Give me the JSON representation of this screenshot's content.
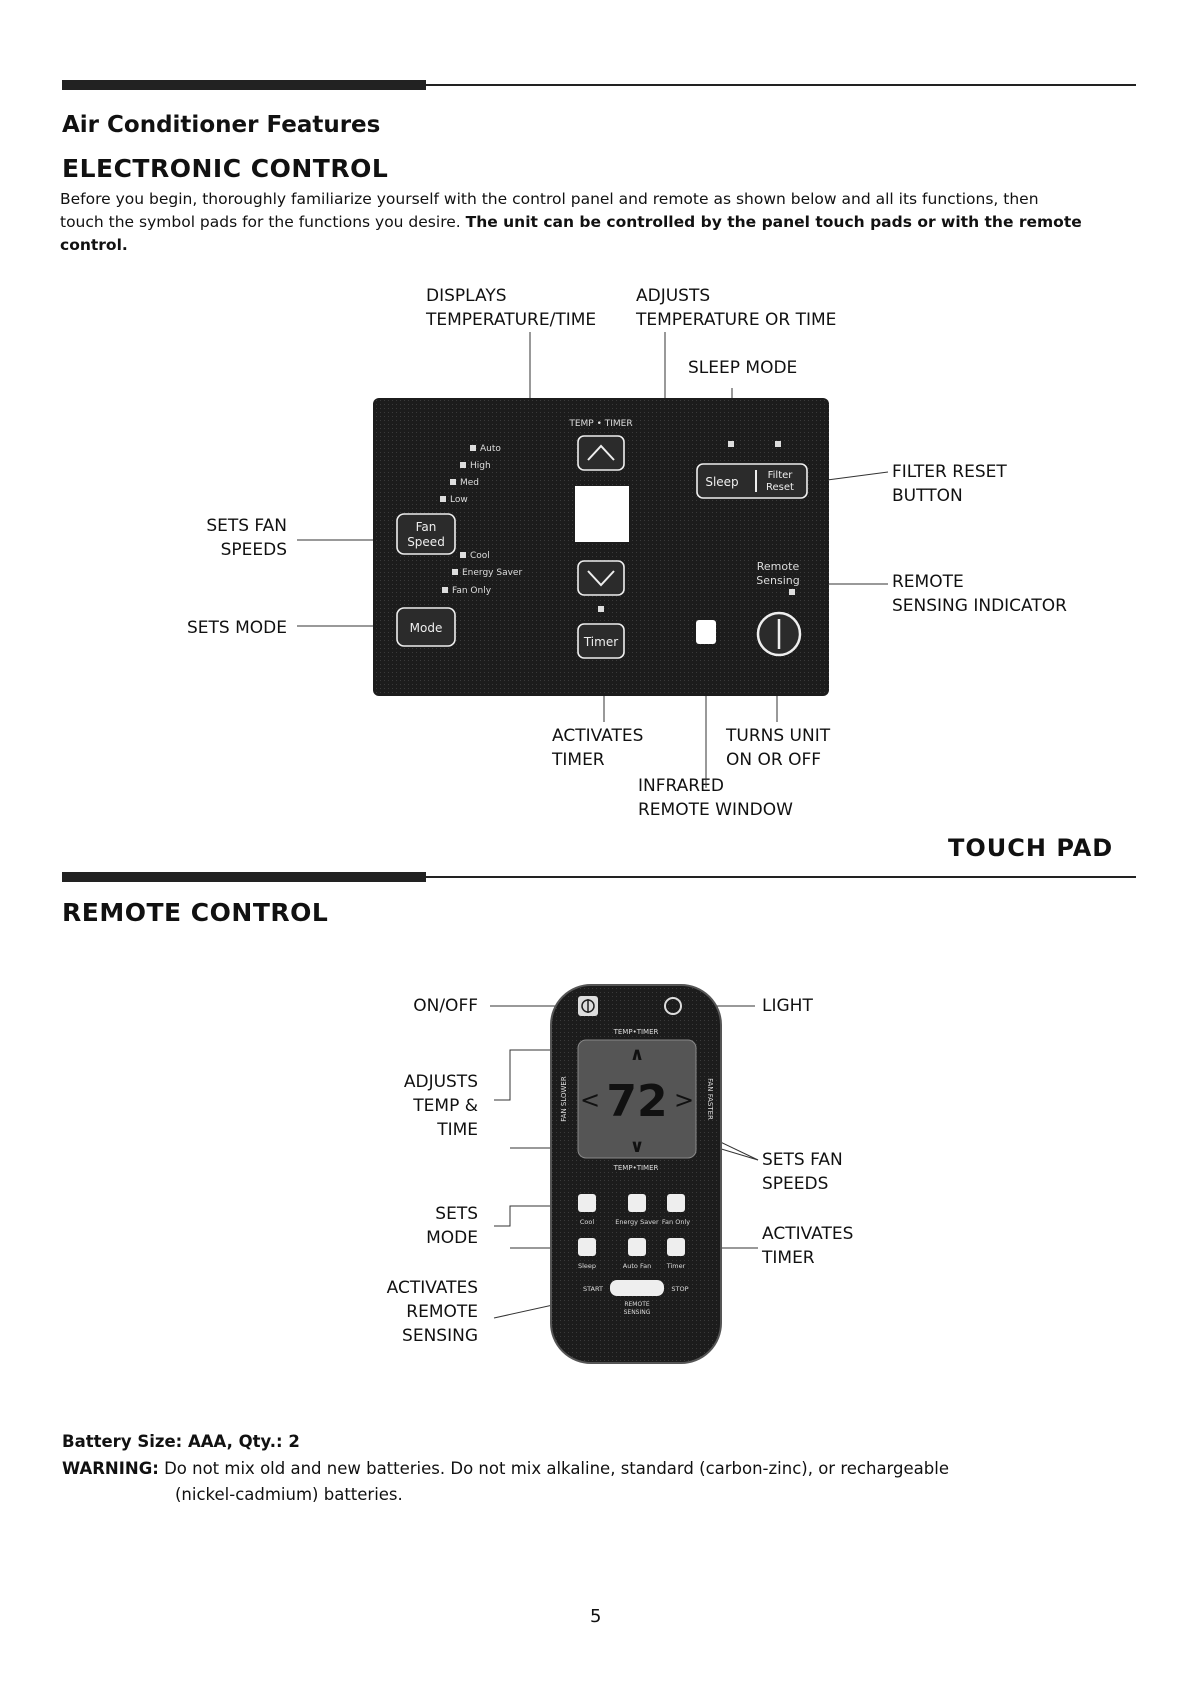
{
  "header": {
    "features_title": "Air Conditioner Features",
    "electronic_control_title": "ELECTRONIC CONTROL",
    "intro_line1": "Before you begin, thoroughly familiarize yourself with the control panel and remote as shown below and all its functions, then",
    "intro_line2_prefix": "touch the symbol pads for the functions you desire. ",
    "intro_line2_bold": "The unit can be controlled by the panel touch pads or with the remote control."
  },
  "touch_pad": {
    "callouts": {
      "displays": [
        "DISPLAYS",
        "TEMPERATURE/TIME"
      ],
      "adjusts": [
        "ADJUSTS",
        "TEMPERATURE OR TIME"
      ],
      "sleep_mode": "SLEEP MODE",
      "filter_reset": [
        "FILTER RESET",
        "BUTTON"
      ],
      "remote_sensing": [
        "REMOTE",
        "SENSING INDICATOR"
      ],
      "fan_speeds": [
        "SETS FAN",
        "SPEEDS"
      ],
      "sets_mode": "SETS MODE",
      "activates_timer": [
        "ACTIVATES",
        "TIMER"
      ],
      "turns_unit": [
        "TURNS UNIT",
        "ON OR OFF"
      ],
      "infrared": [
        "INFRARED",
        "REMOTE WINDOW"
      ]
    },
    "panel": {
      "fan_levels": [
        "Auto",
        "High",
        "Med",
        "Low"
      ],
      "modes": [
        "Cool",
        "Energy Saver",
        "Fan Only"
      ],
      "temp_timer_label": "TEMP • TIMER",
      "fan_button": [
        "Fan",
        "Speed"
      ],
      "mode_button": "Mode",
      "timer_button": "Timer",
      "sleep_button": "Sleep",
      "filter_button": [
        "Filter",
        "Reset"
      ],
      "remote_sensing_label": [
        "Remote",
        "Sensing"
      ]
    },
    "title": "TOUCH PAD"
  },
  "remote_control": {
    "title": "REMOTE CONTROL",
    "callouts": {
      "on_off": "ON/OFF",
      "light": "LIGHT",
      "adjusts": [
        "ADJUSTS",
        "TEMP &",
        "TIME"
      ],
      "fan_speeds": [
        "SETS FAN",
        "SPEEDS"
      ],
      "sets_mode": [
        "SETS",
        "MODE"
      ],
      "activates_timer": [
        "ACTIVATES",
        "TIMER"
      ],
      "remote_sensing": [
        "ACTIVATES",
        "REMOTE",
        "SENSING"
      ]
    },
    "device": {
      "temp_timer_label": "TEMP•TIMER",
      "display_value": "72",
      "fan_slower": "FAN SLOWER",
      "fan_faster": "FAN FASTER",
      "buttons_row1": [
        "Cool",
        "Energy Saver",
        "Fan Only"
      ],
      "buttons_row2": [
        "Sleep",
        "Auto Fan",
        "Timer"
      ],
      "start": "START",
      "stop": "STOP",
      "remote_sensing": [
        "REMOTE",
        "SENSING"
      ]
    }
  },
  "battery": {
    "label": "Battery Size: AAA, Qty.: 2"
  },
  "warning": {
    "label": "WARNING:",
    "text_line1": " Do not mix old and new batteries. Do not mix alkaline, standard (carbon-zinc), or rechargeable",
    "text_line2": "(nickel-cadmium) batteries."
  },
  "page_number": "5"
}
